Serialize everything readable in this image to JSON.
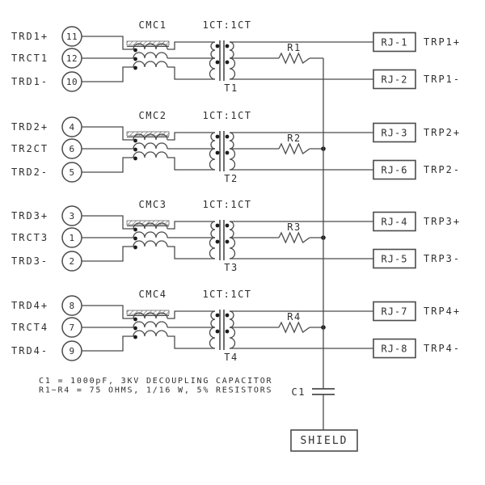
{
  "colors": {
    "line": "#4b4b4b",
    "text": "#2e2e2e",
    "dot": "#1c1c1c",
    "background": "#ffffff"
  },
  "channels": [
    {
      "rows": [
        {
          "label": "TRD1+",
          "pin": "11"
        },
        {
          "label": "TRCT1",
          "pin": "12"
        },
        {
          "label": "TRD1-",
          "pin": "10"
        }
      ],
      "cmc_label": "CMC1",
      "ratio_label": "1CT:1CT",
      "transformer_label": "T1",
      "resistor_label": "R1",
      "outputs": [
        {
          "rj": "RJ-1",
          "trp": "TRP1+"
        },
        {
          "rj": "RJ-2",
          "trp": "TRP1-"
        }
      ]
    },
    {
      "rows": [
        {
          "label": "TRD2+",
          "pin": "4"
        },
        {
          "label": "TR2CT",
          "pin": "6"
        },
        {
          "label": "TRD2-",
          "pin": "5"
        }
      ],
      "cmc_label": "CMC2",
      "ratio_label": "1CT:1CT",
      "transformer_label": "T2",
      "resistor_label": "R2",
      "outputs": [
        {
          "rj": "RJ-3",
          "trp": "TRP2+"
        },
        {
          "rj": "RJ-6",
          "trp": "TRP2-"
        }
      ]
    },
    {
      "rows": [
        {
          "label": "TRD3+",
          "pin": "3"
        },
        {
          "label": "TRCT3",
          "pin": "1"
        },
        {
          "label": "TRD3-",
          "pin": "2"
        }
      ],
      "cmc_label": "CMC3",
      "ratio_label": "1CT:1CT",
      "transformer_label": "T3",
      "resistor_label": "R3",
      "outputs": [
        {
          "rj": "RJ-4",
          "trp": "TRP3+"
        },
        {
          "rj": "RJ-5",
          "trp": "TRP3-"
        }
      ]
    },
    {
      "rows": [
        {
          "label": "TRD4+",
          "pin": "8"
        },
        {
          "label": "TRCT4",
          "pin": "7"
        },
        {
          "label": "TRD4-",
          "pin": "9"
        }
      ],
      "cmc_label": "CMC4",
      "ratio_label": "1CT:1CT",
      "transformer_label": "T4",
      "resistor_label": "R4",
      "outputs": [
        {
          "rj": "RJ-7",
          "trp": "TRP4+"
        },
        {
          "rj": "RJ-8",
          "trp": "TRP4-"
        }
      ]
    }
  ],
  "notes": [
    "C1 = 1000pF, 3KV DECOUPLING CAPACITOR",
    "R1~R4 = 75 OHMS, 1/16 W, 5% RESISTORS"
  ],
  "capacitor_label": "C1",
  "shield_label": "SHIELD"
}
